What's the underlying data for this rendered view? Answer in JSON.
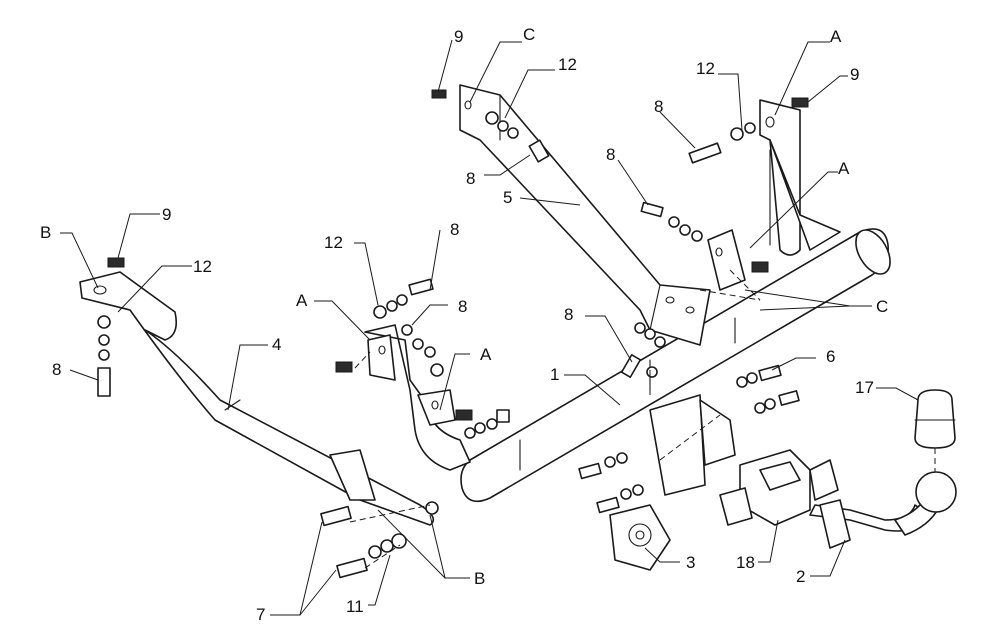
{
  "diagram": {
    "callouts": [
      {
        "id": "c-9-top",
        "text": "9"
      },
      {
        "id": "c-C-top",
        "text": "C"
      },
      {
        "id": "c-12-top",
        "text": "12"
      },
      {
        "id": "c-A-top",
        "text": "A"
      },
      {
        "id": "c-12-right",
        "text": "12"
      },
      {
        "id": "c-9-right",
        "text": "9"
      },
      {
        "id": "c-8-right-top",
        "text": "8"
      },
      {
        "id": "c-8-mid-top",
        "text": "8"
      },
      {
        "id": "c-8-left-top",
        "text": "8"
      },
      {
        "id": "c-5",
        "text": "5"
      },
      {
        "id": "c-A-right",
        "text": "A"
      },
      {
        "id": "c-C-right",
        "text": "C"
      },
      {
        "id": "c-B-left",
        "text": "B"
      },
      {
        "id": "c-9-left",
        "text": "9"
      },
      {
        "id": "c-12-left",
        "text": "12"
      },
      {
        "id": "c-8-left",
        "text": "8"
      },
      {
        "id": "c-4",
        "text": "4"
      },
      {
        "id": "c-12-center",
        "text": "12"
      },
      {
        "id": "c-8-center-top",
        "text": "8"
      },
      {
        "id": "c-A-center",
        "text": "A"
      },
      {
        "id": "c-8-center",
        "text": "8"
      },
      {
        "id": "c-A-center2",
        "text": "A"
      },
      {
        "id": "c-8-center-right",
        "text": "8"
      },
      {
        "id": "c-1",
        "text": "1"
      },
      {
        "id": "c-6",
        "text": "6"
      },
      {
        "id": "c-17",
        "text": "17"
      },
      {
        "id": "c-3",
        "text": "3"
      },
      {
        "id": "c-18",
        "text": "18"
      },
      {
        "id": "c-2",
        "text": "2"
      },
      {
        "id": "c-B-bottom",
        "text": "B"
      },
      {
        "id": "c-7",
        "text": "7"
      },
      {
        "id": "c-11",
        "text": "11"
      }
    ]
  }
}
